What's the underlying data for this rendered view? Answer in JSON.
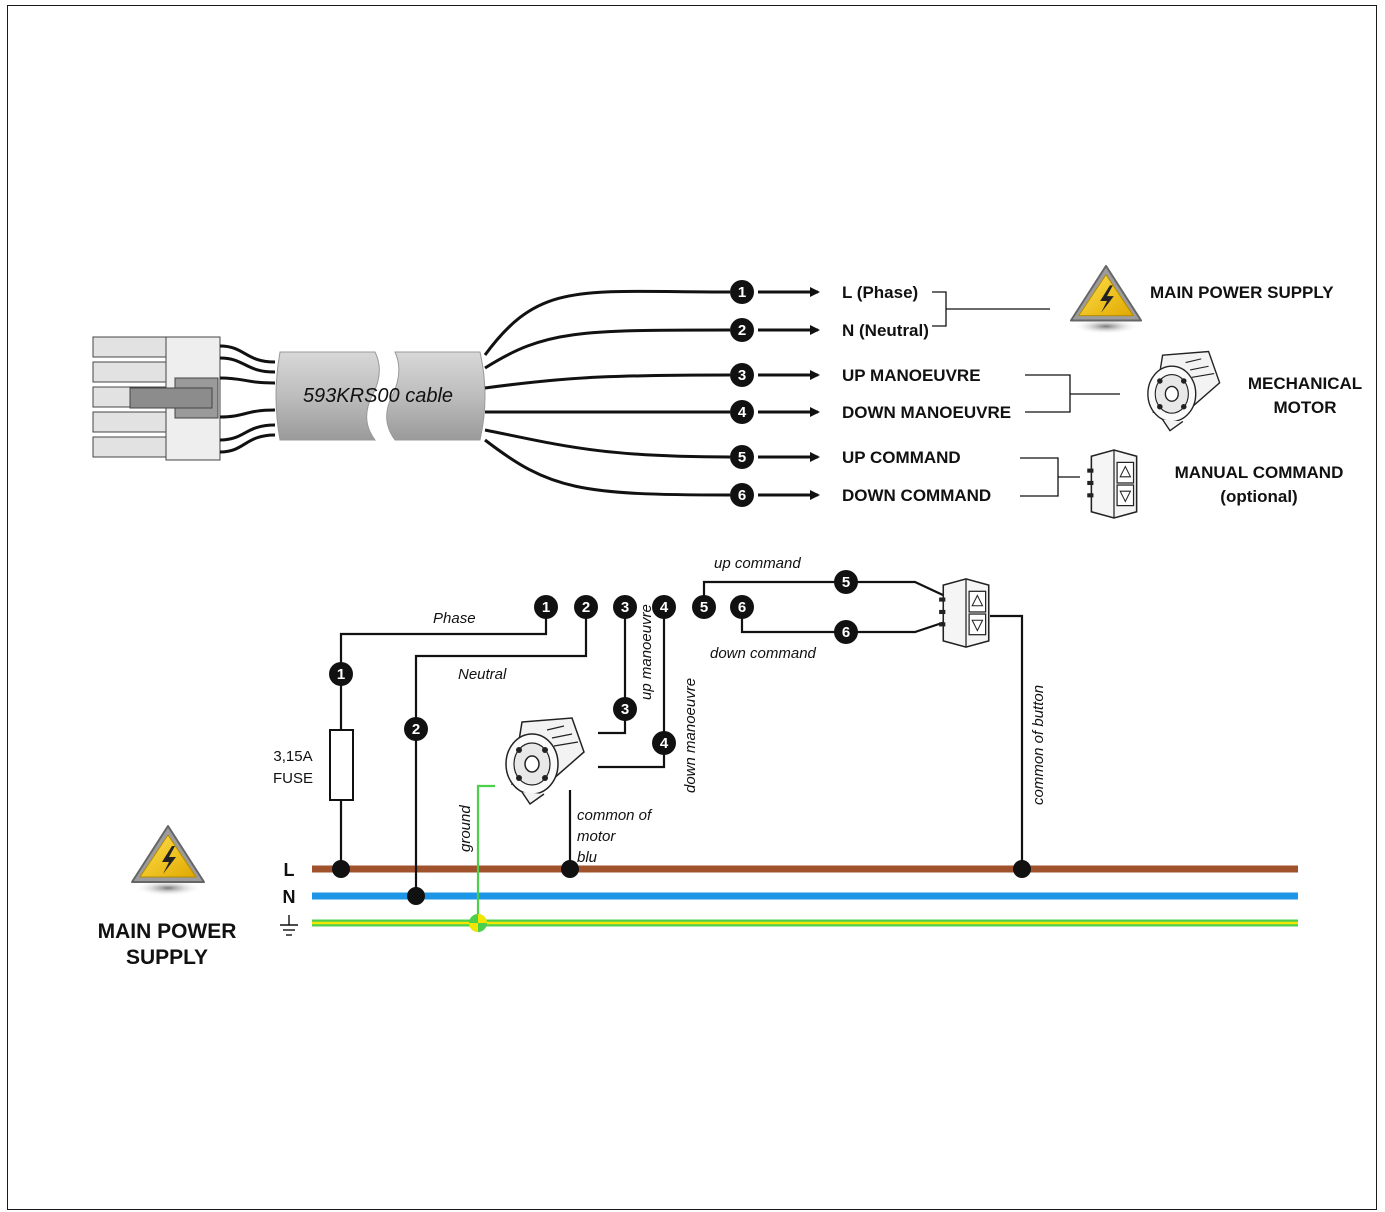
{
  "cable": {
    "label": "593KRS00 cable"
  },
  "outputs": [
    {
      "num": "1",
      "label": "L (Phase)"
    },
    {
      "num": "2",
      "label": "N (Neutral)"
    },
    {
      "num": "3",
      "label": "UP MANOEUVRE"
    },
    {
      "num": "4",
      "label": "DOWN MANOEUVRE"
    },
    {
      "num": "5",
      "label": "UP COMMAND"
    },
    {
      "num": "6",
      "label": "DOWN COMMAND"
    }
  ],
  "groups": {
    "power": "MAIN POWER SUPPLY",
    "motor_line1": "MECHANICAL",
    "motor_line2": "MOTOR",
    "command_line1": "MANUAL COMMAND",
    "command_line2": "(optional)"
  },
  "wiring": {
    "phase": "Phase",
    "neutral": "Neutral",
    "up_manoeuvre": "up manoeuvre",
    "down_manoeuvre": "down manoeuvre",
    "up_command": "up command",
    "down_command": "down command",
    "common_of_motor_1": "common of",
    "common_of_motor_2": "motor",
    "common_of_motor_3": "blu",
    "common_of_button": "common of button",
    "ground": "ground",
    "fuse_1": "3,15A",
    "fuse_2": "FUSE"
  },
  "bus": {
    "L": "L",
    "N": "N",
    "title_line1": "MAIN POWER",
    "title_line2": "SUPPLY"
  },
  "colors": {
    "line_L": "#a0522d",
    "line_N": "#1e96e6",
    "line_ground_green": "#4cd04c",
    "line_ground_yellow": "#f2e600",
    "warning_yellow": "#f5c400"
  },
  "icons": [
    "connector-icon",
    "warning-icon",
    "motor-icon",
    "switch-icon",
    "fuse-icon",
    "ground-symbol-icon"
  ]
}
